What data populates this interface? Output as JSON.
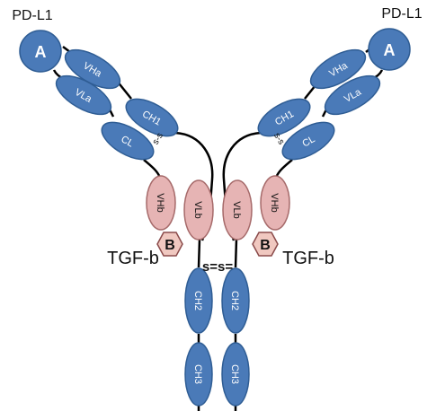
{
  "labels": {
    "target_left": "PD-L1",
    "target_right": "PD-L1",
    "ligand_left": "TGF-b",
    "ligand_right": "TGF-b",
    "disulfide_hinge": "s=s=",
    "disulfide_left": "s-s",
    "disulfide_right": "s-s"
  },
  "domains": {
    "a_left": "A",
    "a_right": "A",
    "vha_left": "VHa",
    "vha_right": "VHa",
    "vla_left": "VLa",
    "vla_right": "VLa",
    "ch1_left": "CH1",
    "ch1_right": "CH1",
    "cl_left": "CL",
    "cl_right": "CL",
    "vhb_left": "VHb",
    "vhb_right": "VHb",
    "vlb_left": "VLb",
    "vlb_right": "VLb",
    "b_left": "B",
    "b_right": "B",
    "ch2_left": "CH2",
    "ch2_right": "CH2",
    "ch3_left": "CH3",
    "ch3_right": "CH3"
  },
  "colors": {
    "blue_fill": "#4a7ab8",
    "blue_stroke": "#2f5d94",
    "pink_fill": "#e6b4b4",
    "pink_stroke": "#a66a6a",
    "hex_fill": "#f0c8c0",
    "hex_stroke": "#8a4a4a",
    "line": "#000000",
    "white_text": "#ffffff",
    "dark_text": "#111111"
  }
}
